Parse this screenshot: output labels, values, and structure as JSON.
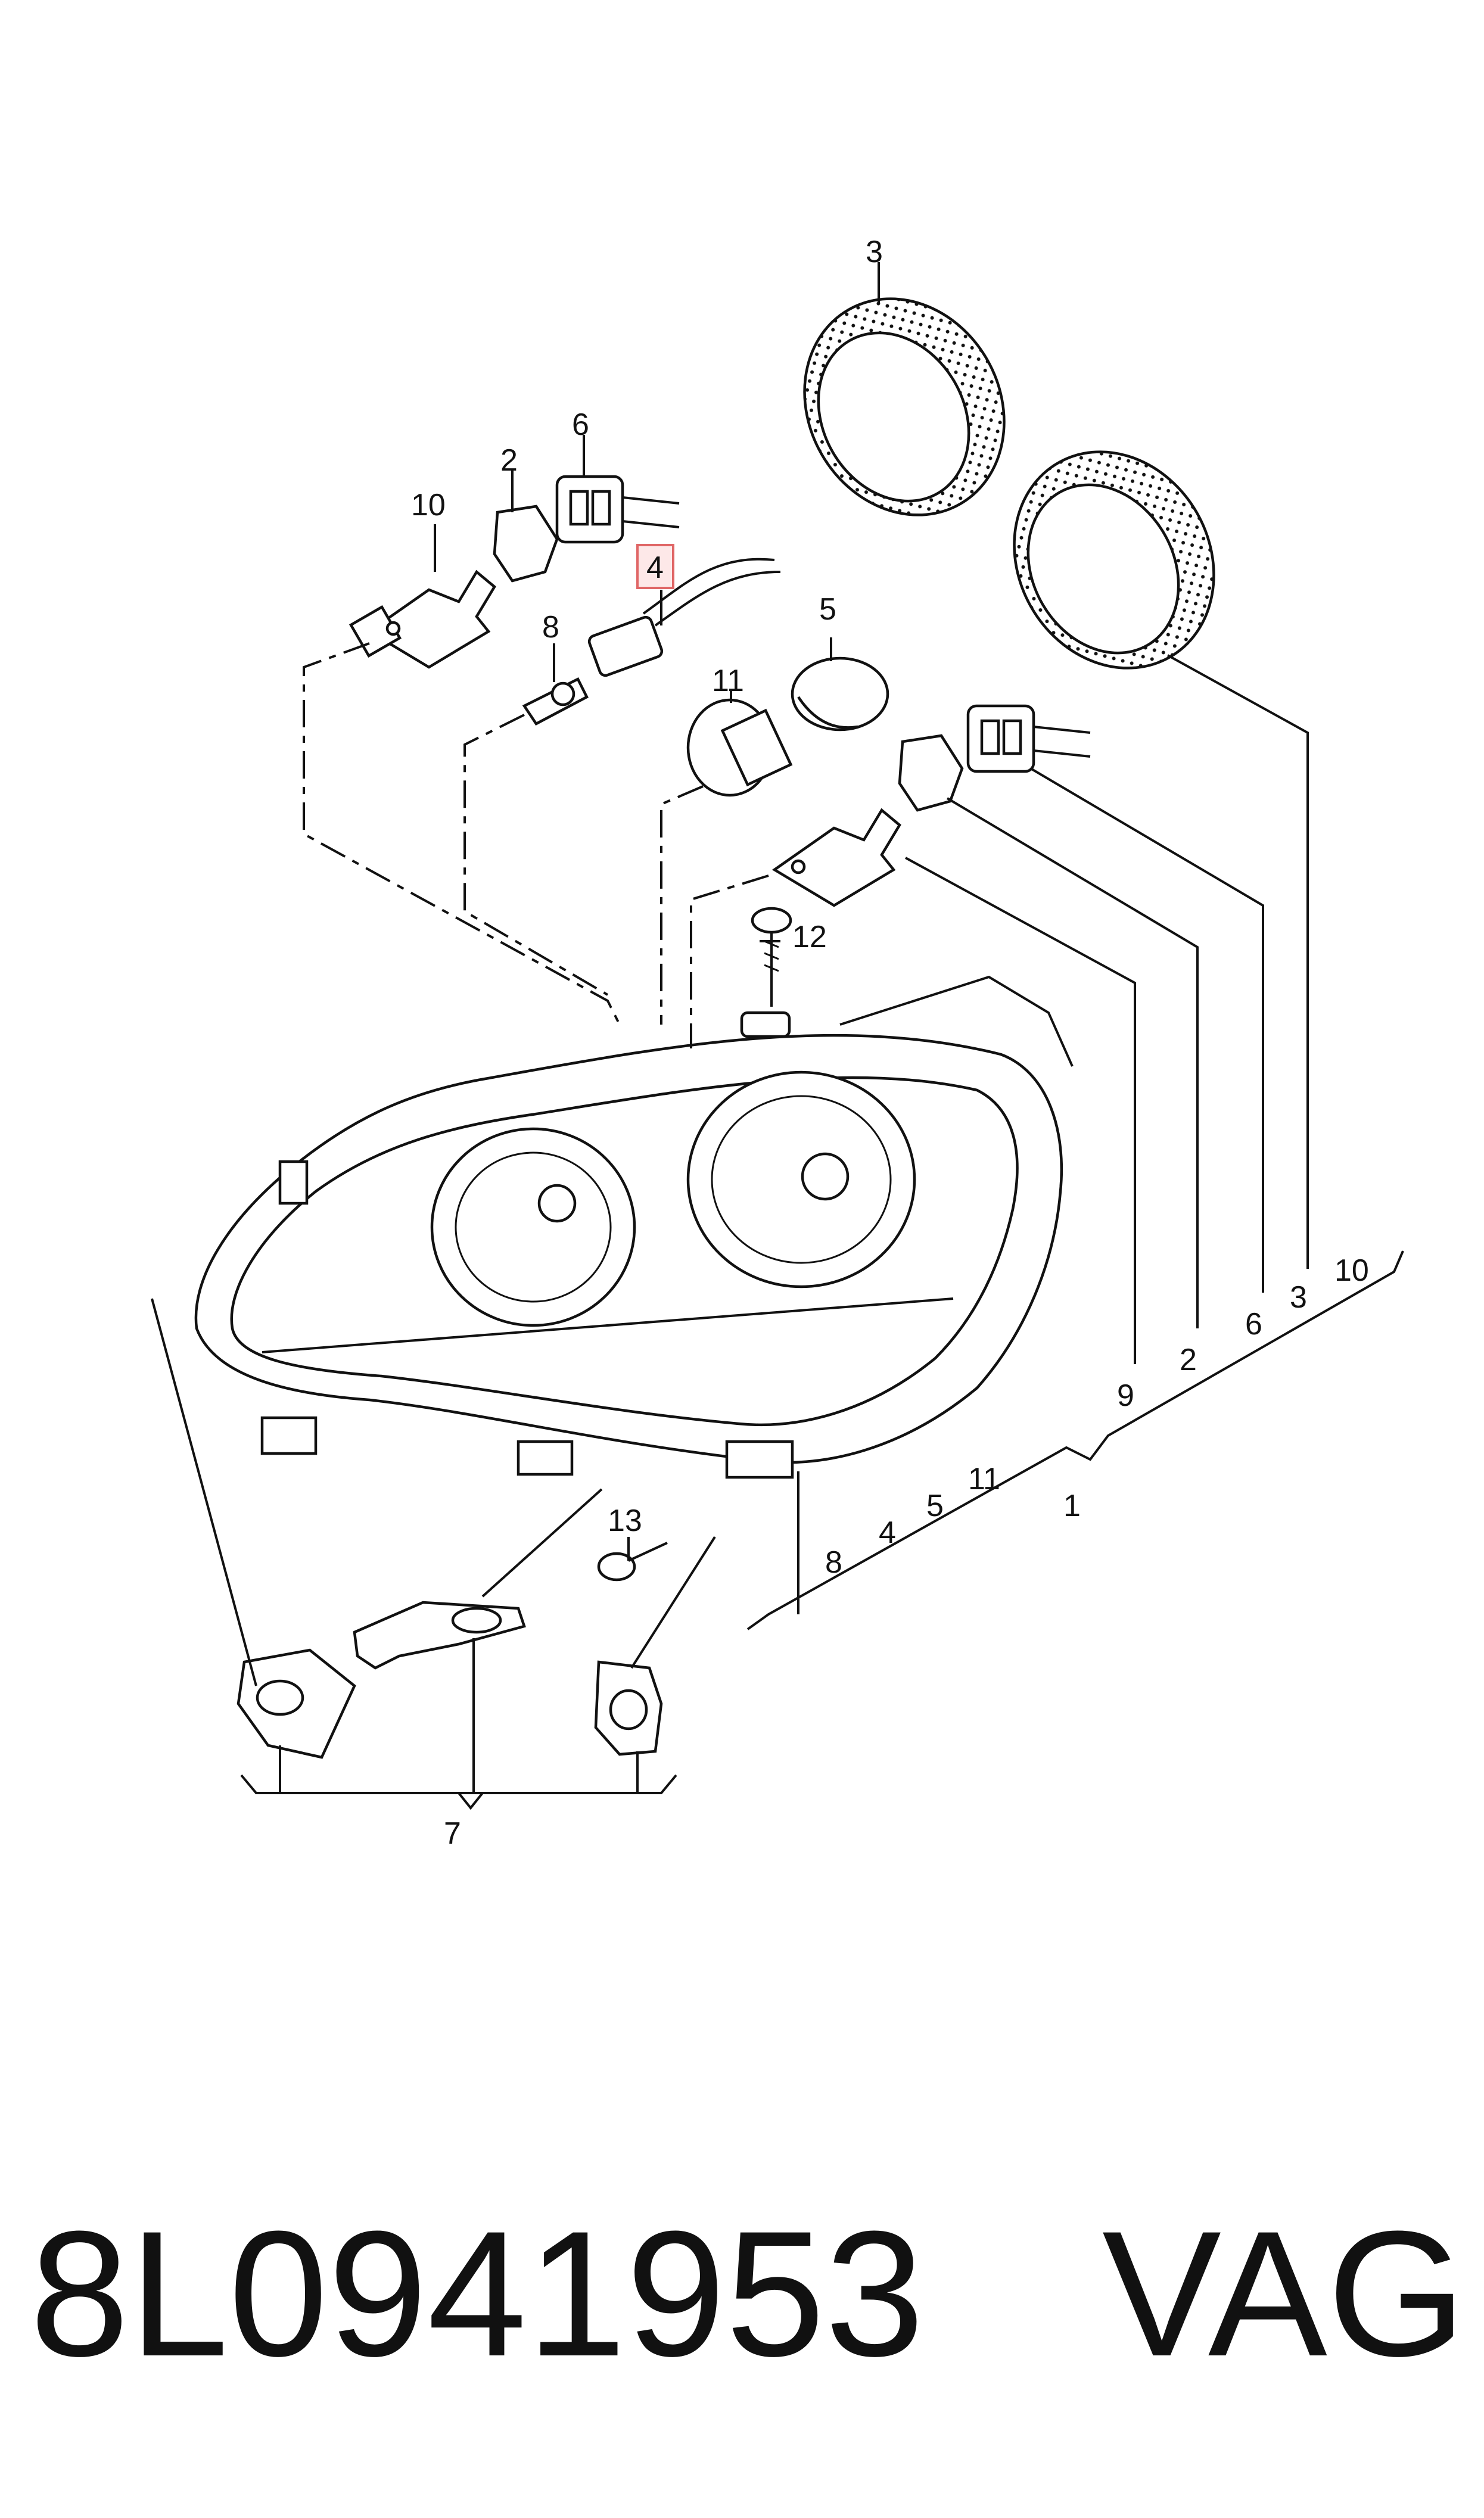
{
  "diagram": {
    "highlighted_callout": "4",
    "callouts": {
      "c1": "1",
      "c2": "2",
      "c2b": "2",
      "c3": "3",
      "c3b": "3",
      "c4": "4",
      "c4b": "4",
      "c5": "5",
      "c5b": "5",
      "c6": "6",
      "c6b": "6",
      "c7": "7",
      "c8": "8",
      "c8b": "8",
      "c9": "9",
      "c10": "10",
      "c10b": "10",
      "c11": "11",
      "c11b": "11",
      "c12": "12",
      "c13": "13"
    }
  },
  "footer": {
    "part_number": "8L0941953",
    "brand": "VAG"
  },
  "colors": {
    "line": "#111111",
    "highlight_fill": "#fde8e8",
    "highlight_stroke": "#e06666"
  }
}
